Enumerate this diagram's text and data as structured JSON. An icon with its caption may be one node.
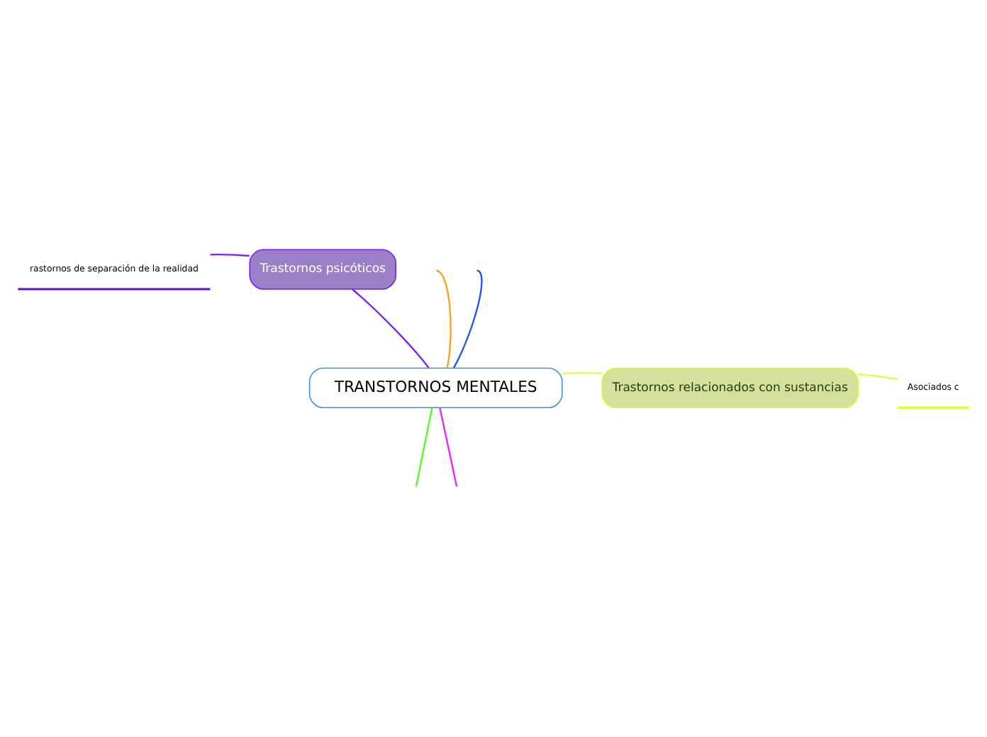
{
  "diagram": {
    "nodes": [
      {
        "text": [
          "TRANSTORNOS MENTALES"
        ]
      },
      {
        "text": [
          "Trastornos psicóticos"
        ]
      },
      {
        "text": [
          "rastornos de separación de la realidad"
        ]
      },
      {
        "text": [
          "Trastornos relacionados con sustancias"
        ]
      },
      {
        "text": [
          "Asociados c"
        ]
      }
    ],
    "edges": [
      {
        "from": 0,
        "to": null,
        "arrow": "none",
        "color": "#1f4fff"
      },
      {
        "from": 0,
        "to": null,
        "arrow": "none",
        "color": "#ff9f1f"
      },
      {
        "from": 0,
        "to": 1,
        "arrow": "none",
        "color": "#7b1fff"
      },
      {
        "from": 1,
        "to": 2,
        "arrow": "none",
        "color": "#7b1fff"
      },
      {
        "from": 0,
        "to": 3,
        "arrow": "none",
        "color": "#e0ff40"
      },
      {
        "from": 3,
        "to": 4,
        "arrow": "none",
        "color": "#e0ff40"
      },
      {
        "from": 0,
        "to": null,
        "arrow": "none",
        "color": "#f01fff"
      },
      {
        "from": 0,
        "to": null,
        "arrow": "none",
        "color": "#4fff1f"
      }
    ]
  }
}
